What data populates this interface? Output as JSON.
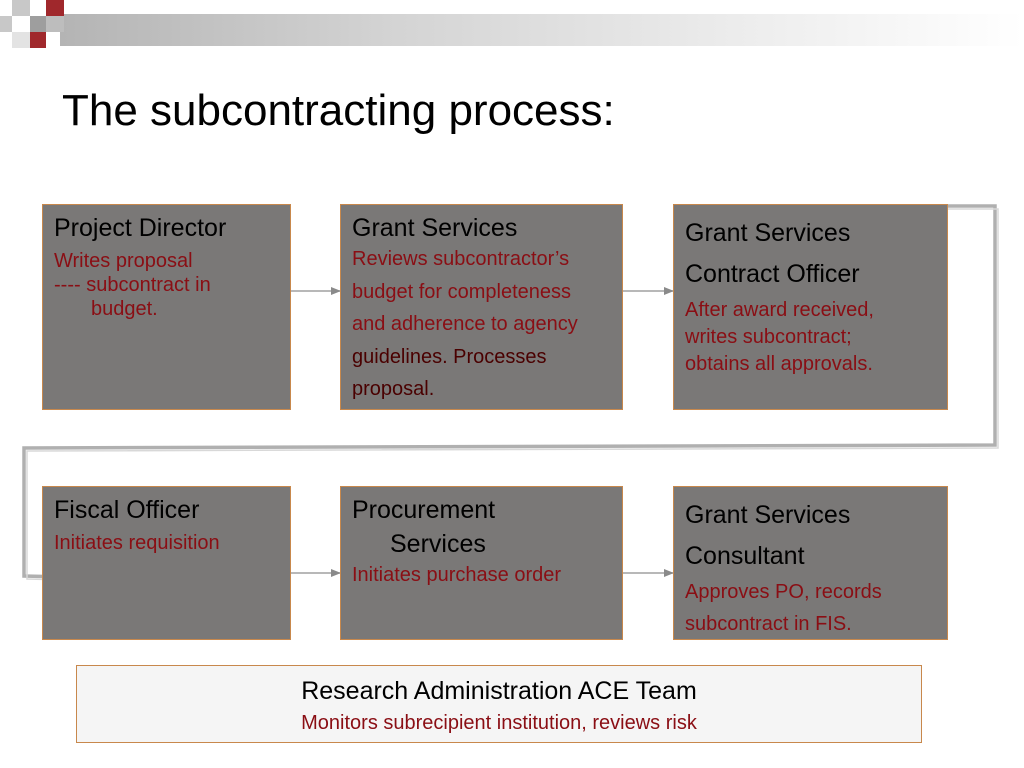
{
  "title": "The subcontracting process:",
  "boxes": {
    "project_director": {
      "title": "Project Director",
      "desc": [
        "Writes proposal",
        "---- subcontract in",
        "budget."
      ]
    },
    "grant_services": {
      "title": "Grant Services",
      "desc": [
        "Reviews subcontractor’s",
        "budget  for completeness",
        "and adherence to agency",
        "guidelines. Processes",
        "proposal."
      ]
    },
    "contract_officer": {
      "title": [
        "Grant Services",
        "Contract Officer"
      ],
      "desc": [
        "After award received,",
        "writes subcontract;",
        "obtains all approvals."
      ]
    },
    "fiscal_officer": {
      "title": "Fiscal Officer",
      "desc": [
        "Initiates requisition"
      ]
    },
    "procurement": {
      "title": [
        "Procurement",
        "Services"
      ],
      "desc": [
        "Initiates purchase order"
      ]
    },
    "consultant": {
      "title": [
        "Grant Services",
        "Consultant"
      ],
      "desc": [
        "Approves PO, records",
        "subcontract in FIS."
      ]
    }
  },
  "team": {
    "title": "Research Administration ACE Team",
    "desc": "Monitors subrecipient institution, reviews risk"
  },
  "colors": {
    "box_fill": "#7a7877",
    "box_border": "#c8884c",
    "desc_text": "#8a0e14",
    "connector": "#b0b0b0",
    "accent_red": "#a0282c"
  }
}
